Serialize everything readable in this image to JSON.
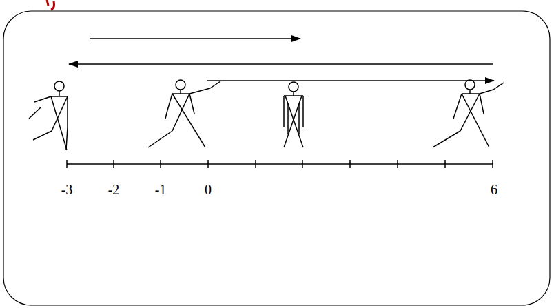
{
  "diagram": {
    "labels": [
      "-3",
      "-2",
      "-1",
      "0",
      "6"
    ]
  }
}
